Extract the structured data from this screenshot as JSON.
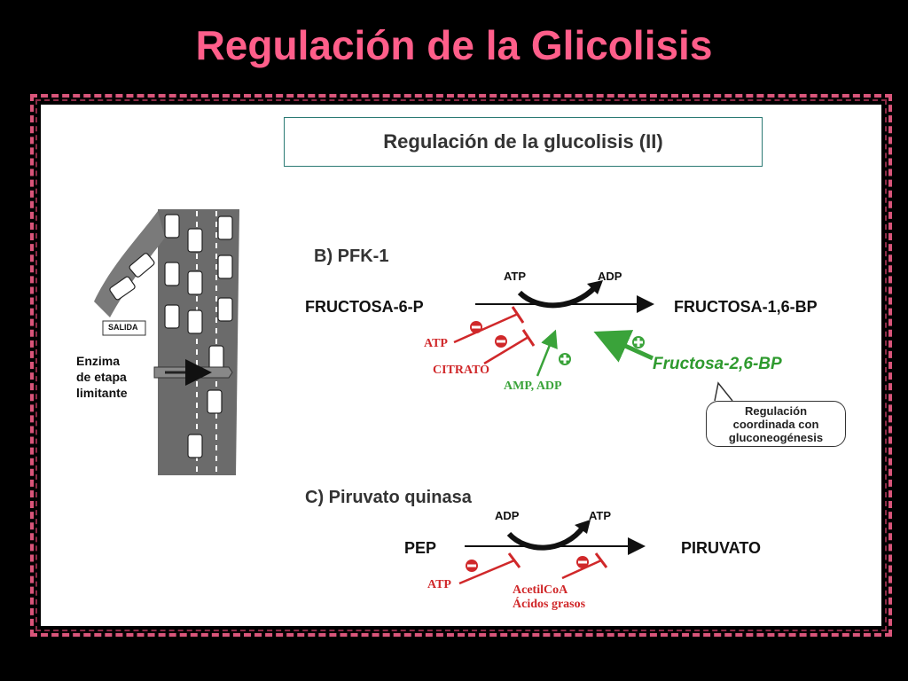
{
  "slide": {
    "title": "Regulación de la Glicolisis",
    "subtitle": "Regulación de la glucolisis (II)"
  },
  "illustration": {
    "exit_sign": "SALIDA",
    "caption": [
      "Enzima",
      "de etapa",
      "limitante"
    ]
  },
  "section_b": {
    "heading": "B) PFK-1",
    "substrate": "FRUCTOSA-6-P",
    "product": "FRUCTOSA-1,6-BP",
    "cofactor_in": "ATP",
    "cofactor_out": "ADP",
    "inhibitors": [
      "ATP",
      "CITRATO"
    ],
    "activator_1": "AMP, ADP",
    "activator_2": "Fructosa-2,6-BP",
    "callout": [
      "Regulación",
      "coordinada con",
      "gluconeogénesis"
    ]
  },
  "section_c": {
    "heading": "C) Piruvato quinasa",
    "substrate": "PEP",
    "product": "PIRUVATO",
    "cofactor_in": "ADP",
    "cofactor_out": "ATP",
    "inhibitor_1": "ATP",
    "inhibitor_2": [
      "AcetilCoA",
      "Ácidos grasos"
    ]
  },
  "colors": {
    "title": "#ff5e8a",
    "inhibitor": "#d0282a",
    "activator": "#3aa33a",
    "frame": "#d9557a"
  }
}
